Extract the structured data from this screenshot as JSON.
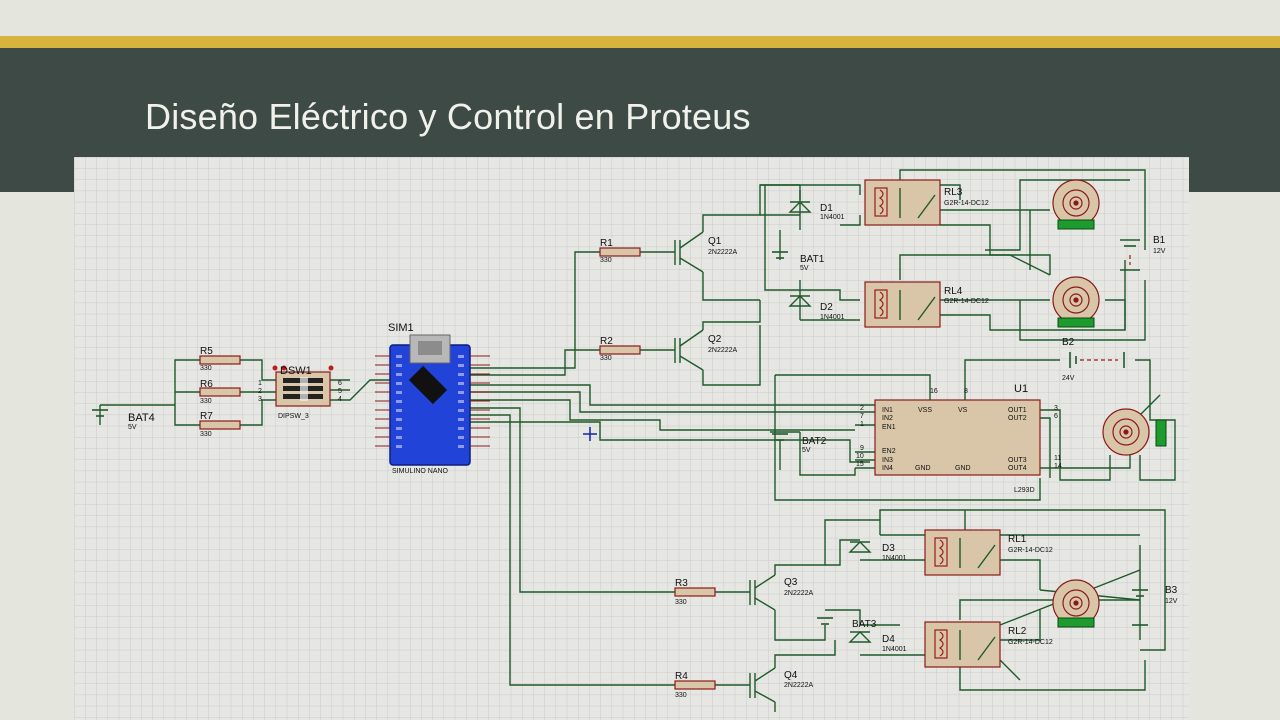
{
  "slide": {
    "title": "Diseño Eléctrico y Control en Proteus"
  },
  "schematic": {
    "labels": {
      "sim1": "SIM1",
      "simulino": "SIMULINO NANO",
      "dsw1": "DSW1",
      "dipsw": "DIPSW_3",
      "r5": "R5",
      "r6": "R6",
      "r7": "R7",
      "r1": "R1",
      "r2": "R2",
      "r3": "R3",
      "r4": "R4",
      "rval": "330",
      "bat4": "BAT4",
      "bat4v": "5V",
      "bat1": "BAT1",
      "bat1v": "5V",
      "bat2": "BAT2",
      "bat2v": "5V",
      "bat3": "BAT3",
      "b1": "B1",
      "b1v": "12V",
      "b2": "B2",
      "b2v": "24V",
      "b3": "B3",
      "b3v": "12V",
      "q1": "Q1",
      "q2": "Q2",
      "q3": "Q3",
      "q4": "Q4",
      "qmodel": "2N2222A",
      "d1": "D1",
      "d2": "D2",
      "d3": "D3",
      "d4": "D4",
      "dmodel": "1N4001",
      "rl1": "RL1",
      "rl2": "RL2",
      "rl3": "RL3",
      "rl4": "RL4",
      "rlmodel": "G2R-14-DC12",
      "u1": "U1",
      "l293d": "L293D",
      "in1": "IN1",
      "in2": "IN2",
      "en1": "EN1",
      "en2": "EN2",
      "in3": "IN3",
      "in4": "IN4",
      "vss": "VSS",
      "vs": "VS",
      "gnd": "GND",
      "out1": "OUT1",
      "out2": "OUT2",
      "out3": "OUT3",
      "out4": "OUT4",
      "p16": "16",
      "p8": "8",
      "p2": "2",
      "p7": "7",
      "p1": "1",
      "p9": "9",
      "p10": "10",
      "p15": "15",
      "p3": "3",
      "p6": "6",
      "p11": "11",
      "p14": "14",
      "sw1": "1",
      "sw2": "2",
      "sw3": "3",
      "sw4": "4",
      "sw5": "5",
      "sw6": "6"
    }
  },
  "colors": {
    "header_bg": "#3d4a45",
    "accent_bar": "#d9b43c",
    "wire": "#1f5a2a",
    "part_outline": "#8a1a1a",
    "part_fill": "#d9c6a8",
    "arduino": "#1f3fd4",
    "grid": "#c7c9cc"
  }
}
